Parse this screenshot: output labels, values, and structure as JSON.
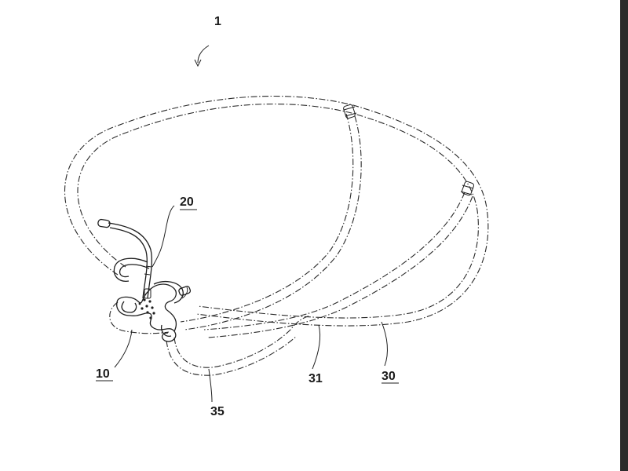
{
  "figure": {
    "labels": {
      "assembly": "1",
      "headset": "20",
      "body": "10",
      "tube_30": "30",
      "tube_31": "31",
      "tube_35": "35"
    }
  }
}
